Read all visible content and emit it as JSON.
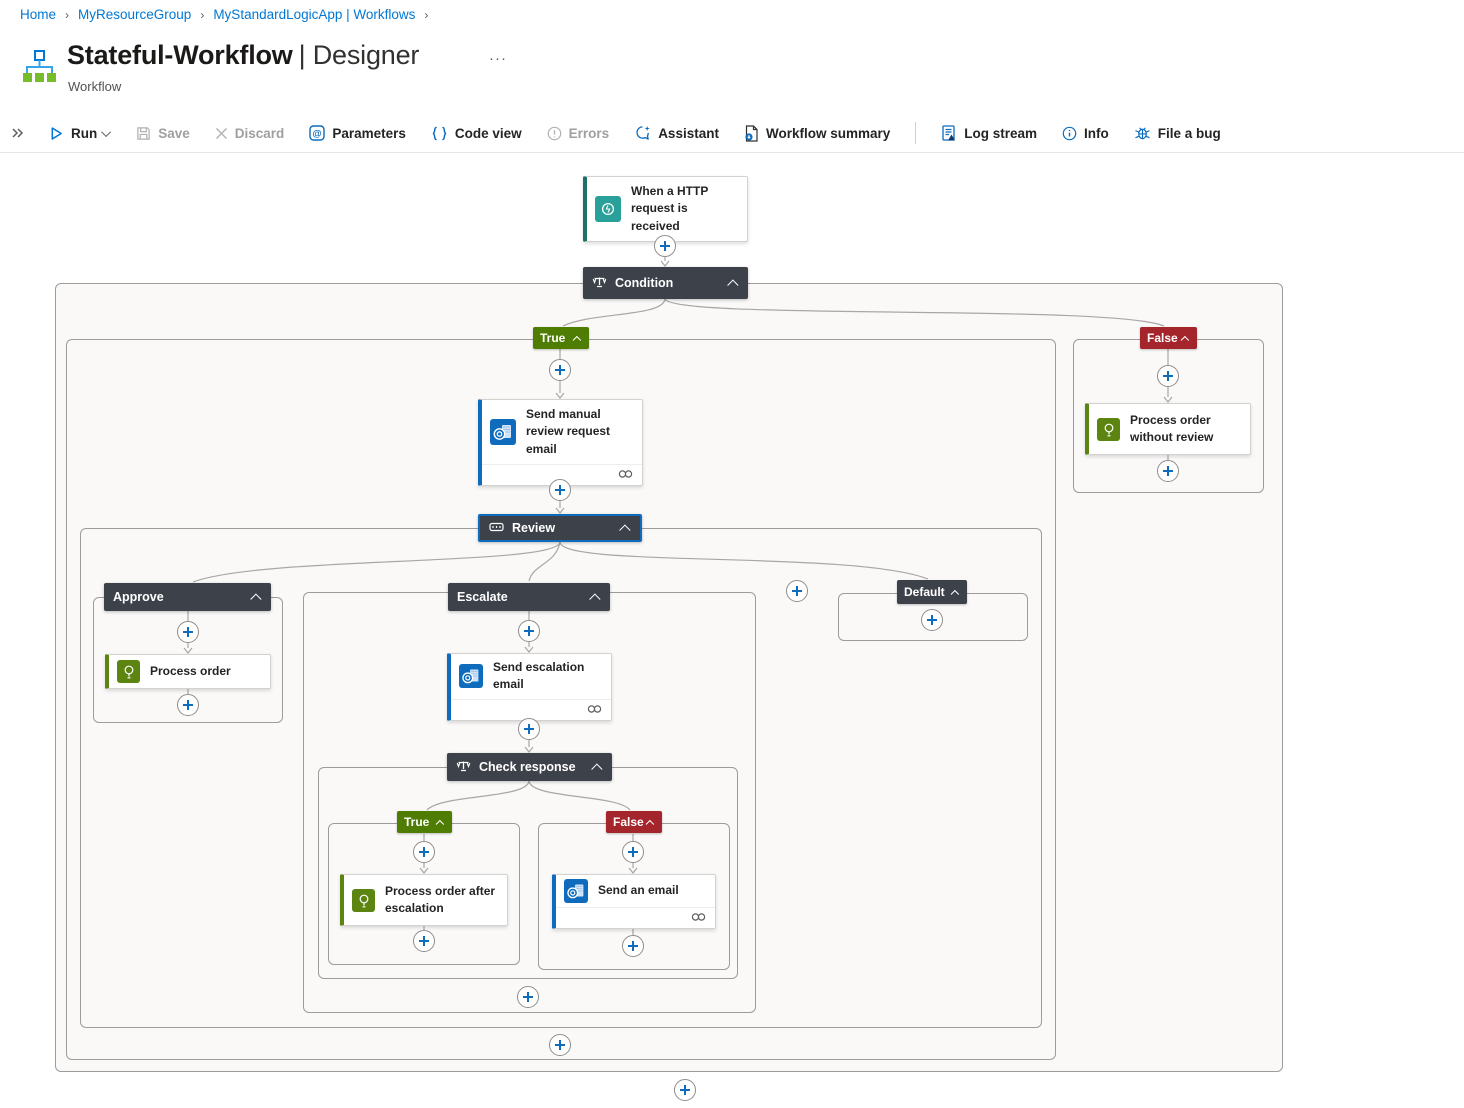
{
  "breadcrumb": {
    "items": [
      {
        "label": "Home"
      },
      {
        "label": "MyResourceGroup"
      },
      {
        "label": "MyStandardLogicApp | Workflows"
      }
    ]
  },
  "header": {
    "title": "Stateful-Workflow",
    "title_suffix": "| Designer",
    "more_label": "···",
    "subtitle": "Workflow"
  },
  "toolbar": {
    "run": "Run",
    "save": "Save",
    "discard": "Discard",
    "parameters": "Parameters",
    "code_view": "Code view",
    "errors": "Errors",
    "assistant": "Assistant",
    "workflow_summary": "Workflow summary",
    "log_stream": "Log stream",
    "info": "Info",
    "file_bug": "File a bug"
  },
  "workflow": {
    "trigger": {
      "label": "When a HTTP request is received"
    },
    "condition": {
      "label": "Condition",
      "true_label": "True",
      "false_label": "False"
    },
    "actions": {
      "send_manual_review": {
        "label": "Send manual review request email"
      },
      "review": {
        "label": "Review"
      },
      "approve_case": {
        "label": "Approve"
      },
      "process_order": {
        "label": "Process order"
      },
      "escalate_case": {
        "label": "Escalate"
      },
      "send_escalation_email": {
        "label": "Send escalation email"
      },
      "check_response": {
        "label": "Check response",
        "true_label": "True",
        "false_label": "False"
      },
      "process_order_after_escalation": {
        "label": "Process order after escalation"
      },
      "send_an_email": {
        "label": "Send an email"
      },
      "default_case": {
        "label": "Default"
      },
      "process_order_without_review": {
        "label": "Process order without review"
      }
    }
  },
  "colors": {
    "accent_blue": "#0078d4",
    "scope_header_dark": "#3d424a",
    "true_badge_green": "#4f7d04",
    "false_badge_red": "#a4262c",
    "outlook_blue": "#0f6cbd",
    "action_green": "#5c8410",
    "trigger_teal": "#29a09a",
    "disabled_gray": "#a19f9d",
    "container_bg": "#faf9f8"
  }
}
